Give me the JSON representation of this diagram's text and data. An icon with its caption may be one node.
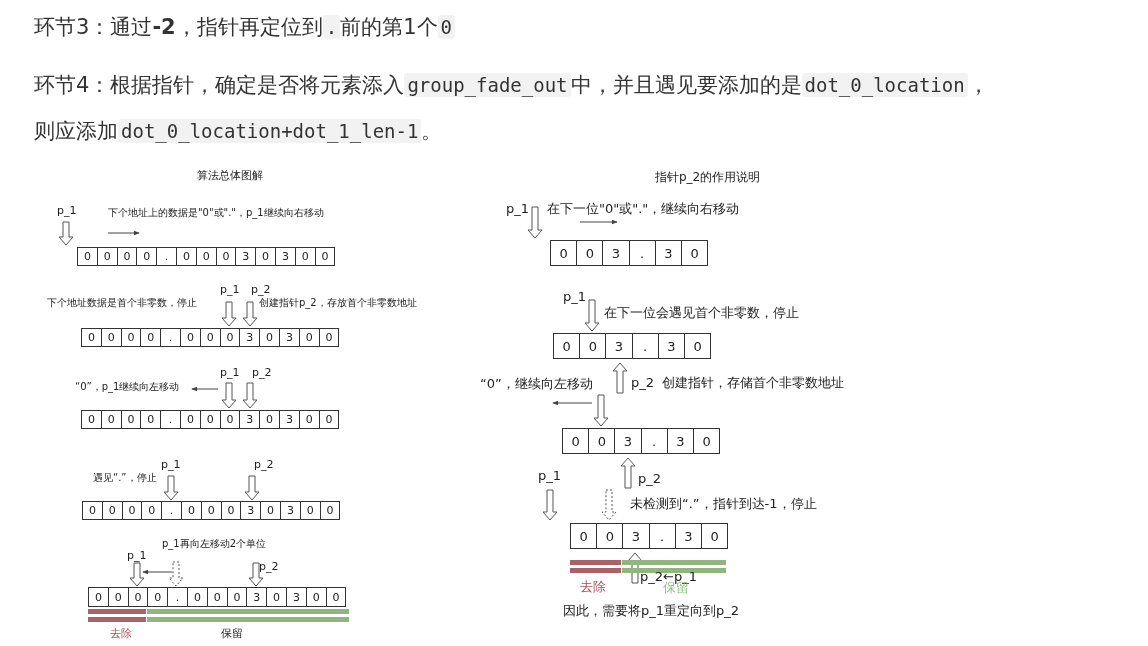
{
  "diagram": {
    "labels": [
      "环节3：通过**-2**，指针再定位到",
      ".",
      "前的第1个",
      "0",
      "环节4：根据指针，确定是否将元素添入",
      "group_fade_out",
      "中，并且遇见要添加的是",
      "dot_0_location",
      "，则应添加",
      "dot_0_location+dot_1_len-1",
      "。",
      "算法总体图解",
      "p_1",
      "下个地址上的数据是\"0\"或\".\"，p_1继续向右移动",
      "0",
      "0",
      "0",
      "0",
      ".",
      "0",
      "0",
      "0",
      "3",
      "0",
      "3",
      "0",
      "0",
      "p_1",
      "p_2",
      "下个地址数据是首个非零数，停止",
      "创建指针p_2，存放首个非零数地址",
      "0",
      "0",
      "0",
      "0",
      ".",
      "0",
      "0",
      "0",
      "3",
      "0",
      "3",
      "0",
      "0",
      "p_1",
      "p_2",
      "“0”，p_1继续向左移动",
      "0",
      "0",
      "0",
      "0",
      ".",
      "0",
      "0",
      "0",
      "3",
      "0",
      "3",
      "0",
      "0",
      "p_1",
      "遇见“.”，停止",
      "p_2",
      "0",
      "0",
      "0",
      "0",
      ".",
      "0",
      "0",
      "0",
      "3",
      "0",
      "3",
      "0",
      "0",
      "p_1再向左移动2个单位",
      "p_1",
      "p_2",
      "0",
      "0",
      "0",
      "0",
      ".",
      "0",
      "0",
      "0",
      "3",
      "0",
      "3",
      "0",
      "0",
      "去除",
      "保留",
      "指针p_2的作用说明",
      "p_1",
      "在下一位\"0\"或\".\"，继续向右移动",
      "0",
      "0",
      "3",
      ".",
      "3",
      "0",
      "p_1",
      "在下一位会遇见首个非零数，停止",
      "0",
      "0",
      "3",
      ".",
      "3",
      "0",
      "“0”，继续向左移动",
      "p_2",
      "创建指针，存储首个非零数地址",
      "0",
      "0",
      "3",
      ".",
      "3",
      "0",
      "p_1",
      "p_2",
      "未检测到“.”，指针到达-1，停止",
      "0",
      "0",
      "3",
      ".",
      "3",
      "0",
      "去除",
      "p_2←p_1",
      "保留",
      "因此，需要将p_1重定向到p_2"
    ]
  }
}
